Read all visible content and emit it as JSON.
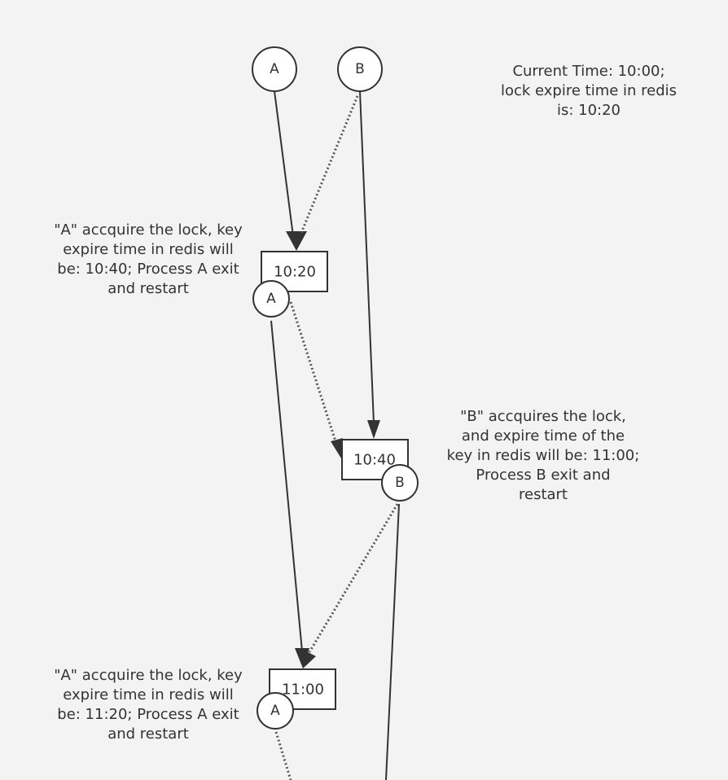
{
  "nodes": {
    "a_top": "A",
    "b_top": "B",
    "a_second": "A",
    "b_second": "B",
    "a_third": "A"
  },
  "time_boxes": {
    "first": "10:20",
    "second": "10:40",
    "third": "11:00"
  },
  "notes": {
    "current_time": "Current Time: 10:00;\nlock expire time in redis\nis: 10:20",
    "a_first": "\"A\" accquire the lock, key\nexpire time in redis will\nbe: 10:40; Process A exit\nand  restart",
    "b_first": "\"B\" accquires the lock,\nand expire time of the\nkey in redis will be: 11:00;\nProcess B exit and\nrestart",
    "a_second": "\"A\" accquire the lock, key\nexpire time in redis will\nbe: 11:20; Process A exit\nand  restart"
  },
  "colors": {
    "background": "#f3f3f3",
    "stroke": "#333333",
    "fill": "#ffffff"
  }
}
